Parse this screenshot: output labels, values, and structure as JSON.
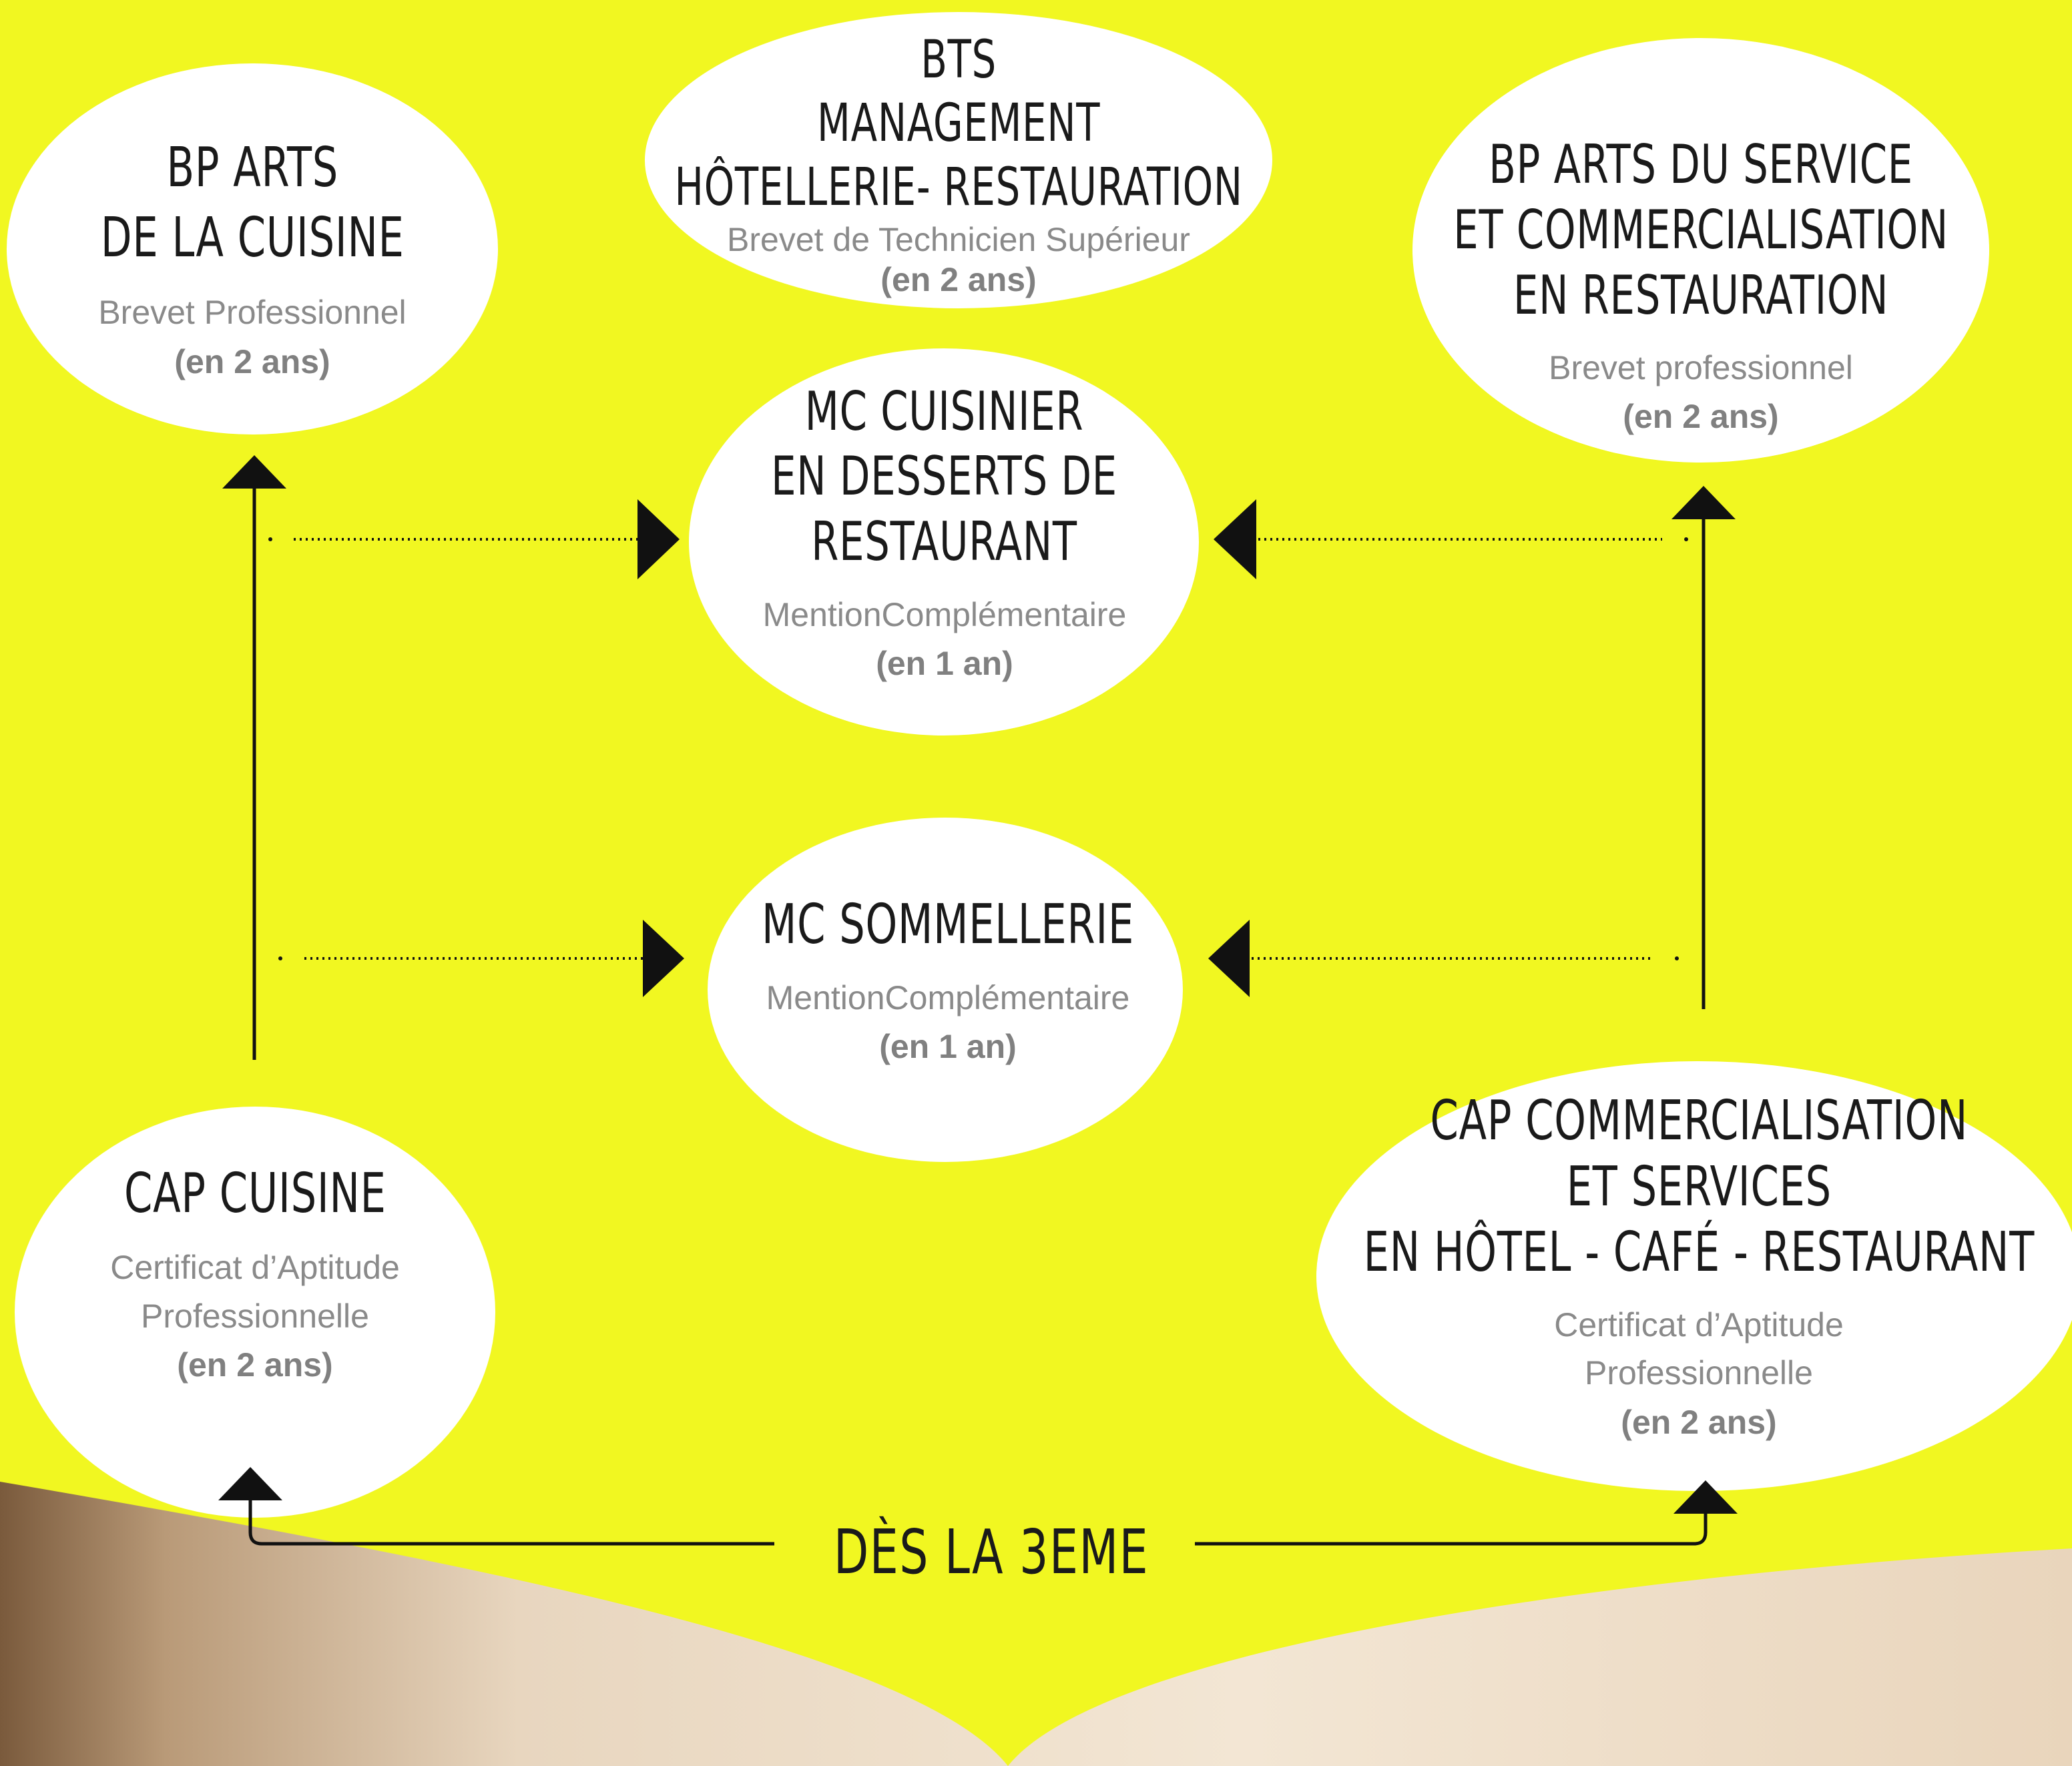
{
  "colors": {
    "panel": "#f1f721",
    "bubble": "#ffffff",
    "ink": "#111111",
    "subtitle": "#8a8a8a"
  },
  "nodes": {
    "bp_cuisine": {
      "title": [
        "BP ARTS",
        "DE LA CUISINE"
      ],
      "subtitle": "Brevet  Professionnel",
      "duration": "(en 2 ans)"
    },
    "bts": {
      "title": [
        "BTS",
        "MANAGEMENT",
        "HÔTELLERIE- RESTAURATION"
      ],
      "subtitle": "Brevet de Technicien Supérieur",
      "duration": "(en 2 ans)"
    },
    "bp_service": {
      "title": [
        "BP ARTS DU SERVICE",
        "ET COMMERCIALISATION",
        "EN RESTAURATION"
      ],
      "subtitle": "Brevet  professionnel",
      "duration": "(en 2 ans)"
    },
    "mc_desserts": {
      "title": [
        "MC CUISINIER",
        "EN DESSERTS DE",
        "RESTAURANT"
      ],
      "subtitle": "MentionComplémentaire",
      "duration": "(en 1 an)"
    },
    "mc_sommellerie": {
      "title": [
        "MC SOMMELLERIE"
      ],
      "subtitle": "MentionComplémentaire",
      "duration": "(en 1 an)"
    },
    "cap_cuisine": {
      "title": [
        "CAP CUISINE"
      ],
      "subtitle": [
        "Certificat d’Aptitude",
        "Professionnelle"
      ],
      "duration": "(en 2 ans)"
    },
    "cap_service": {
      "title": [
        "CAP COMMERCIALISATION",
        "ET SERVICES",
        "EN HÔTEL - CAFÉ - RESTAURANT"
      ],
      "subtitle": [
        "Certificat d’Aptitude",
        "Professionnelle"
      ],
      "duration": "(en 2 ans)"
    }
  },
  "start_label": "DÈS LA 3EME"
}
